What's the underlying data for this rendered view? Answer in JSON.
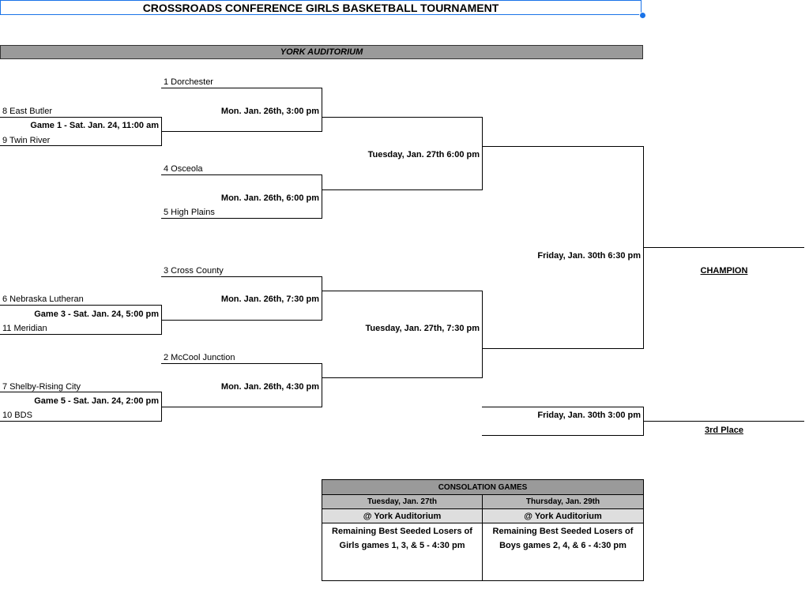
{
  "title": "CROSSROADS CONFERENCE GIRLS BASKETBALL TOURNAMENT",
  "venue": "YORK AUDITORIUM",
  "teams": {
    "t1": "1 Dorchester",
    "t8": "8 East Butler",
    "t9": "9 Twin River",
    "t4": "4 Osceola",
    "t5": "5 High Plains",
    "t3": "3 Cross County",
    "t6": "6 Nebraska Lutheran",
    "t11": "11 Meridian",
    "t2": "2 McCool Junction",
    "t7": "7 Shelby-Rising City",
    "t10": "10 BDS"
  },
  "round1": {
    "game1": "Game 1  - Sat. Jan. 24,  11:00 am",
    "game3": "Game 3 - Sat. Jan. 24,  5:00 pm",
    "game5": "Game 5  - Sat. Jan. 24,  2:00 pm"
  },
  "quarterfinals": {
    "q1": "Mon. Jan. 26th, 3:00 pm",
    "q2": "Mon. Jan. 26th, 6:00 pm",
    "q3": "Mon. Jan. 26th, 7:30 pm",
    "q4": "Mon. Jan. 26th, 4:30 pm"
  },
  "semifinals": {
    "s1": "Tuesday, Jan. 27th 6:00 pm",
    "s2": "Tuesday, Jan. 27th, 7:30 pm"
  },
  "finals": {
    "championship": "Friday, Jan. 30th 6:30 pm",
    "third_place_game": "Friday, Jan. 30th 3:00 pm",
    "champion_label": "CHAMPION",
    "third_place_label": "3rd Place"
  },
  "consolation": {
    "header": "CONSOLATION GAMES",
    "left": {
      "date": "Tuesday, Jan. 27th",
      "venue": "@ York Auditorium",
      "line1": "Remaining Best Seeded Losers of",
      "line2": "Girls games 1, 3, & 5 - 4:30 pm"
    },
    "right": {
      "date": "Thursday, Jan. 29th",
      "venue": "@ York Auditorium",
      "line1": "Remaining Best Seeded Losers of",
      "line2": "Boys games 2, 4, & 6 - 4:30 pm"
    }
  }
}
